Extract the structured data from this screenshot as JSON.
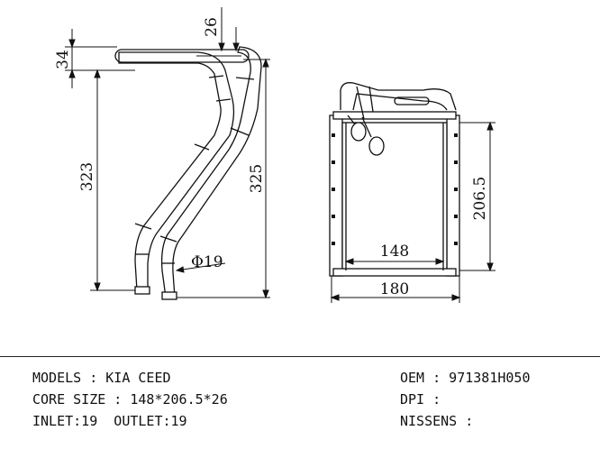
{
  "dimensions": {
    "top_offset": "26",
    "bend_height": "34",
    "height_inner": "323",
    "height_outer": "325",
    "pipe_diameter": "Φ19",
    "core_height": "206.5",
    "core_width": "148",
    "overall_width": "180"
  },
  "specs": {
    "models": "MODELS : KIA CEED",
    "core_size": "CORE SIZE : 148*206.5*26",
    "inlet_outlet": "INLET:19  OUTLET:19",
    "oem": "OEM : 971381H050",
    "dpi": "DPI :",
    "nissens": "NISSENS :"
  },
  "colors": {
    "line": "#111111",
    "background": "#ffffff"
  }
}
